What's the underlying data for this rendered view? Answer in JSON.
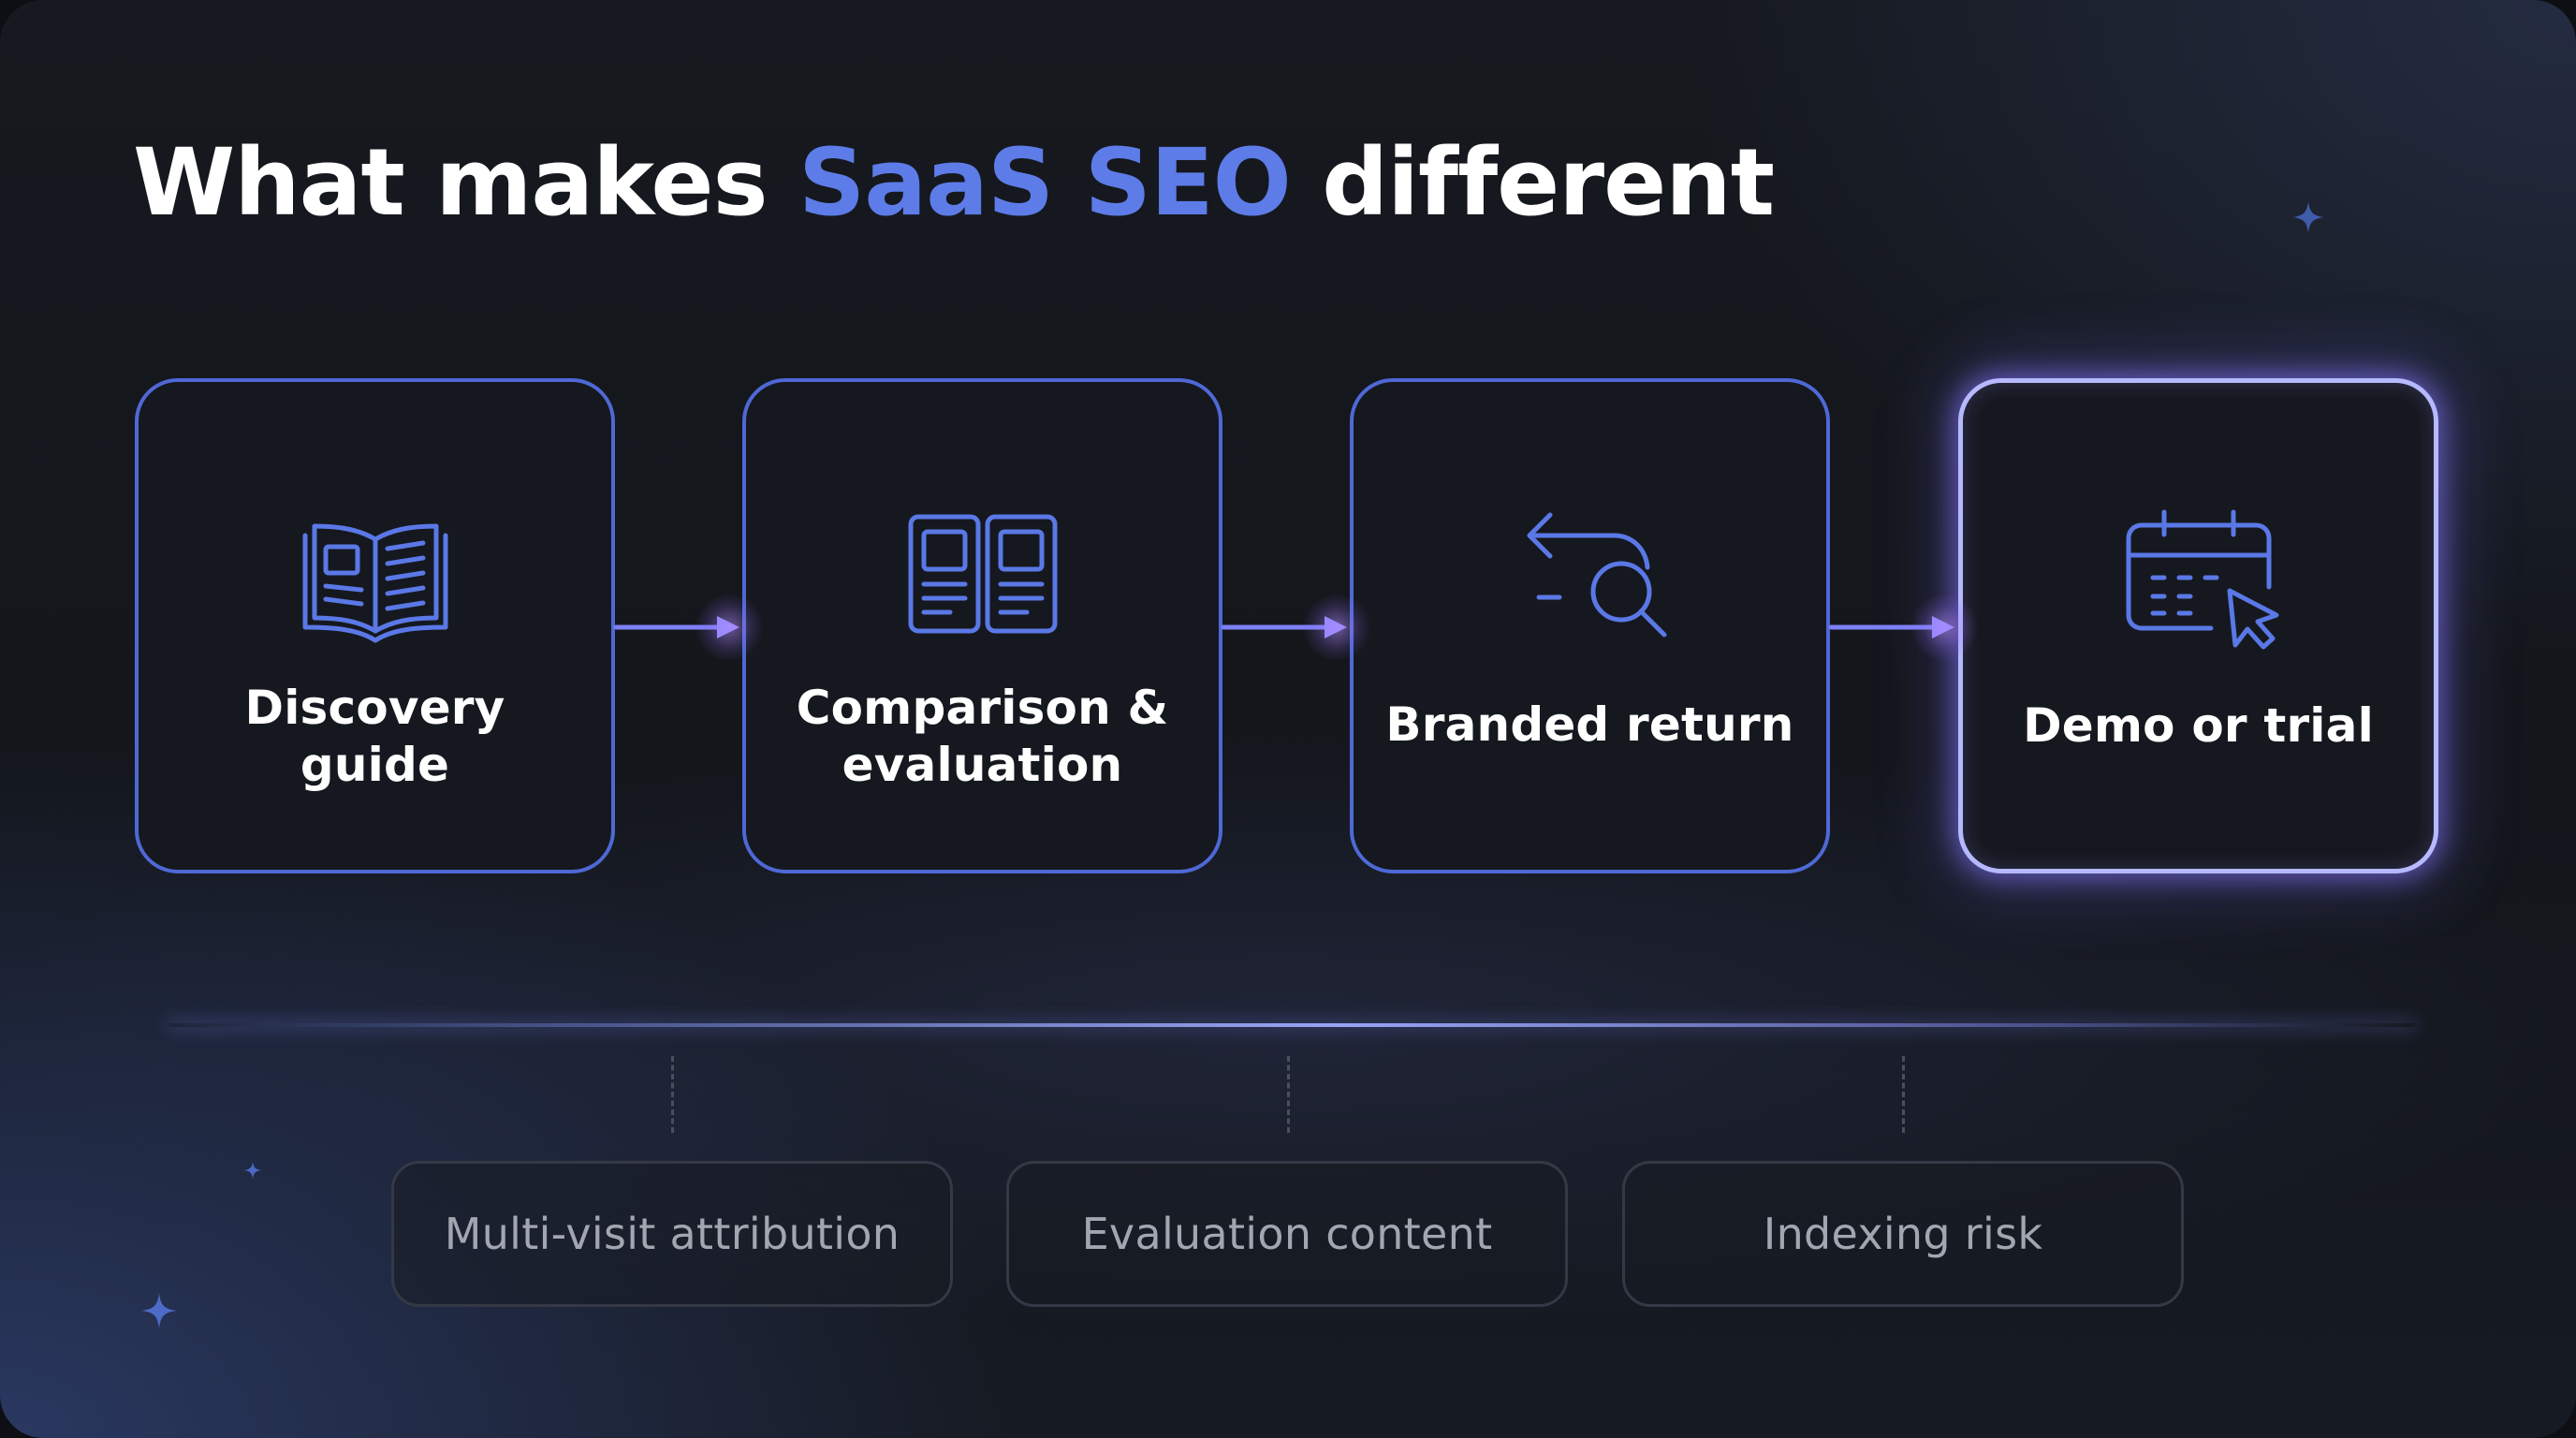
{
  "title": {
    "prefix": "What makes ",
    "accent": "SaaS SEO",
    "suffix": " different"
  },
  "colors": {
    "background": "#15181e",
    "accent": "#5d7ce8",
    "card_border": "#4f68d6",
    "highlight_border": "#b6b9ff",
    "icon_stroke": "#5a78e6",
    "arrow": "#8a8dff",
    "pill_text": "#a2a6b0"
  },
  "flow": {
    "steps": [
      {
        "line1": "Discovery",
        "line2": "guide",
        "icon": "open-book-icon"
      },
      {
        "line1": "Comparison &",
        "line2": "evaluation",
        "icon": "side-by-side-documents-icon"
      },
      {
        "line1": "Branded return",
        "line2": "",
        "icon": "return-search-icon"
      },
      {
        "line1": "Demo or trial",
        "line2": "",
        "icon": "calendar-cursor-icon",
        "highlighted": true
      }
    ]
  },
  "considerations": [
    {
      "label": "Multi-visit attribution"
    },
    {
      "label": "Evaluation content"
    },
    {
      "label": "Indexing risk"
    }
  ]
}
